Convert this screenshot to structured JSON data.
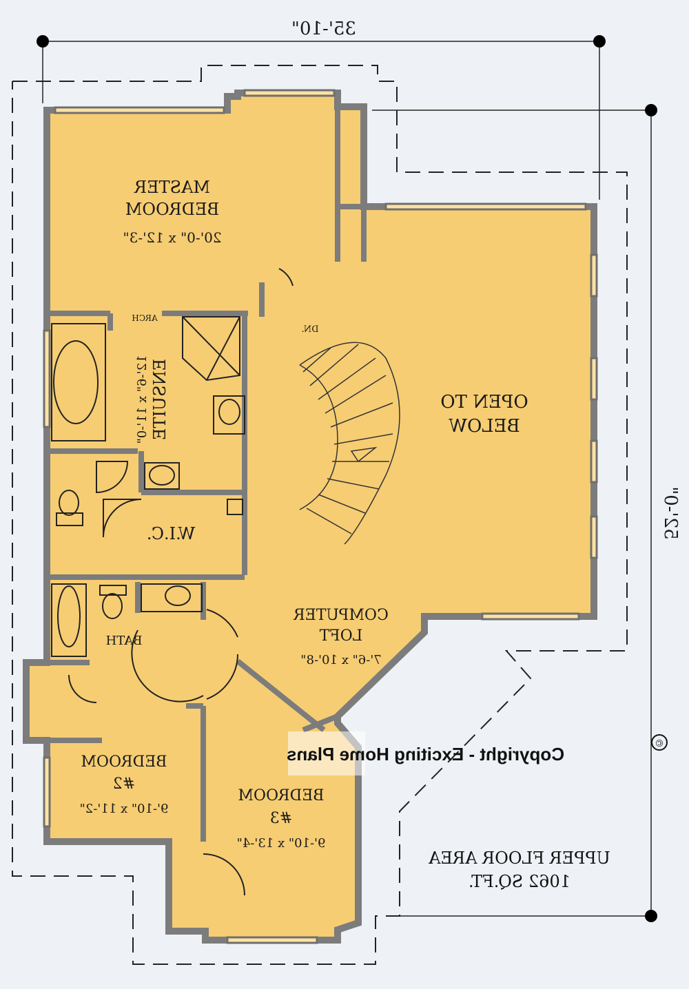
{
  "dimensions": {
    "width_overall": "35'-10\"",
    "depth_overall": "52'-0\""
  },
  "rooms": {
    "master": {
      "name_line1": "MASTER",
      "name_line2": "BEDROOM",
      "size": "20'-0\" x 12'-3\""
    },
    "ensuite": {
      "name": "ENSUITE",
      "size": "12'-6\" x 11'-0\""
    },
    "arch": "ARCH",
    "wic": "W.I.C.",
    "open": {
      "line1": "OPEN TO",
      "line2": "BELOW"
    },
    "stair": "DN.",
    "loft": {
      "line1": "COMPUTER",
      "line2": "LOFT",
      "size": "7'-6\" x 10'-8\""
    },
    "bath": "BATH",
    "bed2": {
      "line1": "BEDROOM",
      "line2": "#2",
      "size": "9'-10\" x 11'-2\""
    },
    "bed3": {
      "line1": "BEDROOM",
      "line2": "#3",
      "size": "9'-10\" x 13'-4\""
    }
  },
  "area": {
    "line1": "UPPER FLOOR AREA",
    "line2": "1062 SQ.FT."
  },
  "copyright": "Copyright - Exciting Home Plans",
  "copyright_symbol": "©",
  "colors": {
    "floor": "#f6cd73",
    "wall": "#7c7c7c",
    "wall_edge": "#3a3a3a",
    "background": "#eef1f5"
  }
}
